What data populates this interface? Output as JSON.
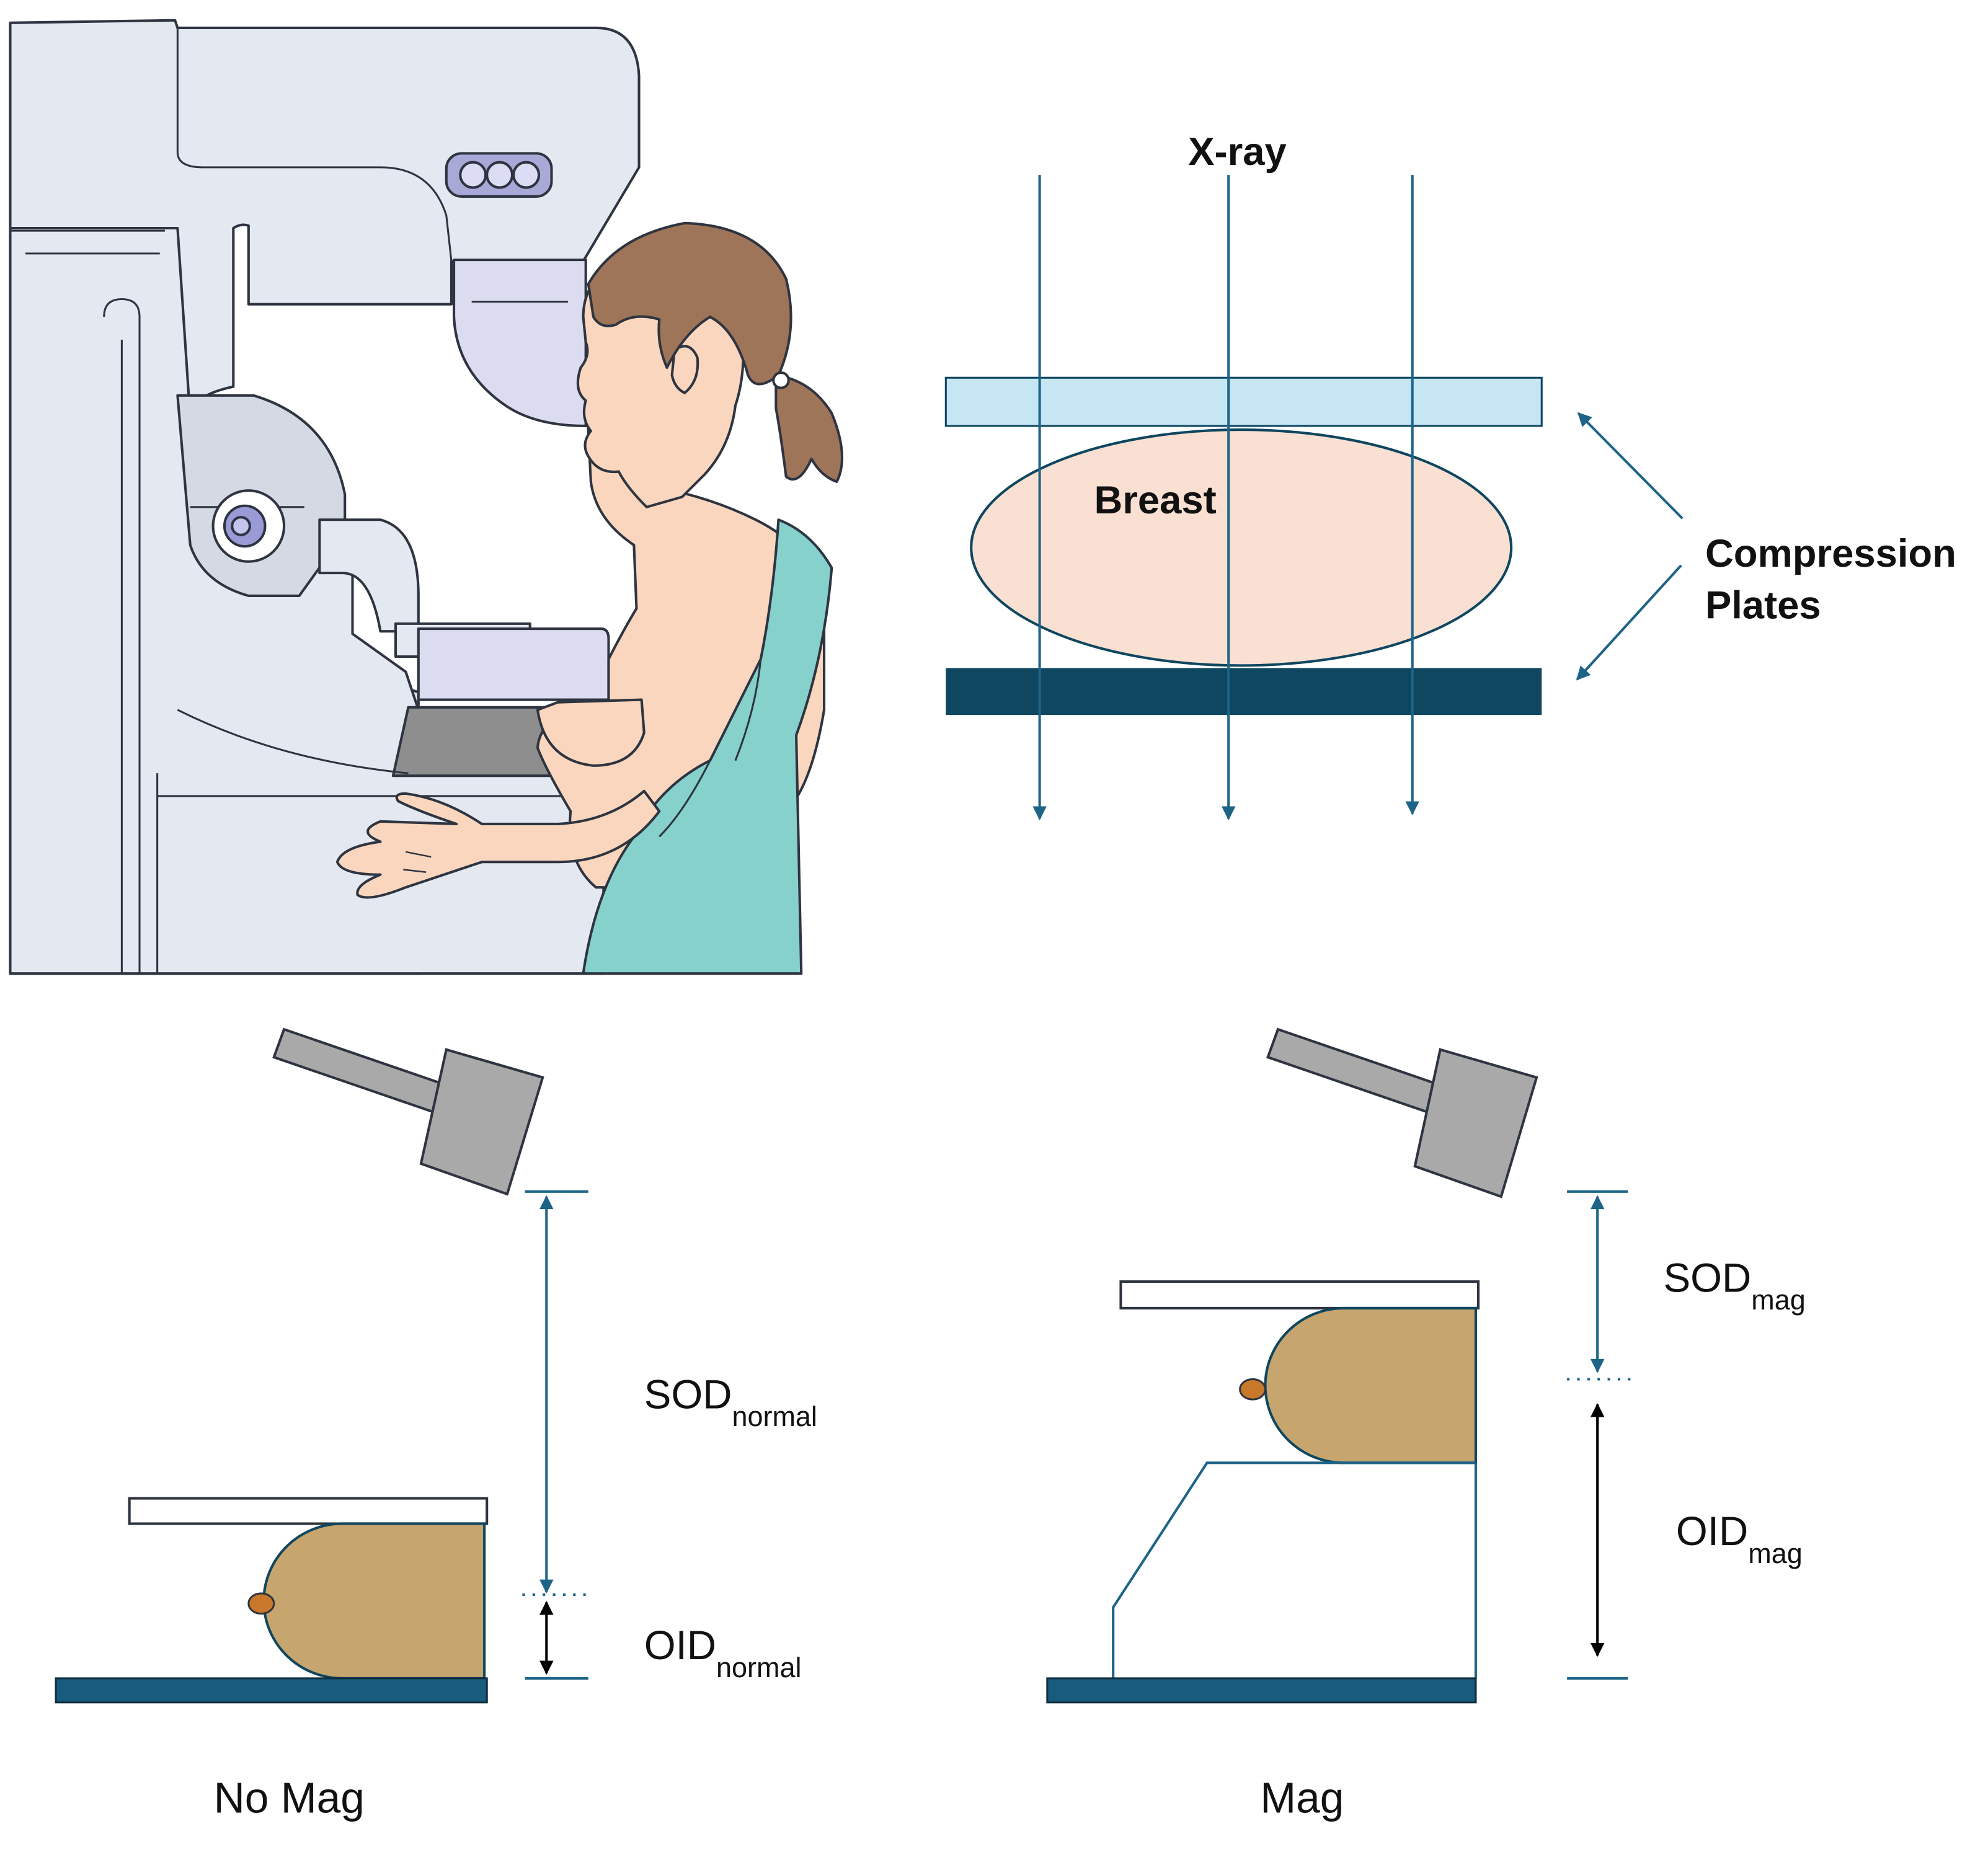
{
  "beam_panel": {
    "xray_label": "X-ray",
    "breast_label": "Breast",
    "compression_line1": "Compression",
    "compression_line2": "Plates"
  },
  "no_mag_panel": {
    "sod_main": "SOD",
    "sod_sub": "normal",
    "oid_main": "OID",
    "oid_sub": "normal",
    "caption": "No Mag"
  },
  "mag_panel": {
    "sod_main": "SOD",
    "sod_sub": "mag",
    "oid_main": "OID",
    "oid_sub": "mag",
    "caption": "Mag"
  },
  "colors": {
    "beam_arrow": "#1e6487",
    "upper_plate": "#c6e6f4",
    "detector_plate": "#0f4660",
    "breast_ellipse": "#f9e0d2",
    "tube_head": "#a9a9a9",
    "breast_tissue": "#c6a56e",
    "lesion": "#c8782a",
    "gown": "#86d1cc",
    "skin": "#f9d6bd",
    "hair": "#9e7558",
    "machine_body": "#e4e9f1"
  }
}
